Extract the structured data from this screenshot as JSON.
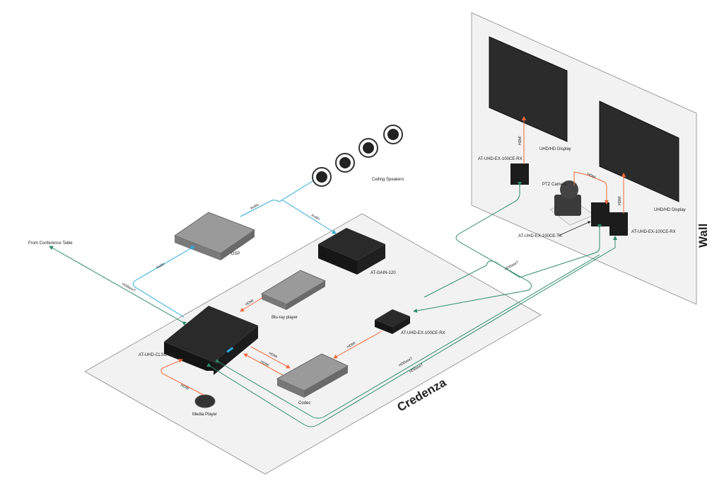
{
  "areas": {
    "wall": "Wall",
    "credenza": "Credenza"
  },
  "devices": {
    "display_1": "UHD/HD Display",
    "display_2": "UHD/HD Display",
    "wall_rx_1": "AT-UHD-EX-100CE-RX",
    "wall_rx_2": "AT-UHD-EX-100CE-RX",
    "wall_tx": "AT-UHD-EX-100CE-TX",
    "ptz_camera": "PTZ Camera",
    "speakers": "Ceiling Speakers",
    "dsp": "DSP",
    "amp": "AT-GAIN-120",
    "bluray": "Blu-ray player",
    "switcher": "AT-UHD-CLSO-840",
    "credenza_rx": "AT-UHD-EX-100CE-RX",
    "codec": "Codec",
    "media_player": "Media Player",
    "conference_table": "From Conference Table"
  },
  "cables": {
    "hdmi": "HDMI",
    "audio": "Audio",
    "hdbaset": "HDBaseT"
  },
  "colors": {
    "hdmi": "#f26b3a",
    "audio": "#2aa9d8",
    "hdbaset": "#2e8a6a",
    "device": "#1c1c1c",
    "gray_device": "#8a8a8a",
    "surface": "#f2f2f2"
  }
}
